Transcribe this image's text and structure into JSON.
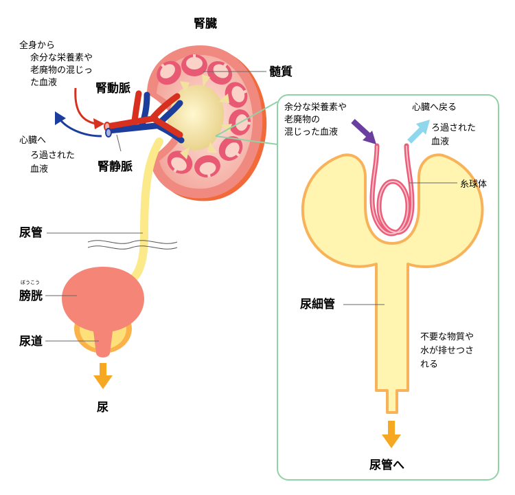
{
  "title": "腎臓",
  "labels": {
    "medulla": "髄質",
    "renal_artery": "腎動脈",
    "renal_vein": "腎静脈",
    "ureter": "尿管",
    "bladder": "膀胱",
    "bladder_reading": "ぼうこう",
    "urethra": "尿道",
    "urine": "尿",
    "glomerulus": "糸球体",
    "renal_tubule": "尿細管",
    "to_ureter": "尿管へ"
  },
  "notes": {
    "from_body": [
      "全身から",
      "余分な栄養素や",
      "老廃物の混じっ",
      "た血液"
    ],
    "to_heart": [
      "心臓へ",
      "ろ過された",
      "血液"
    ],
    "inset_in": [
      "余分な栄養素や",
      "老廃物の",
      "混じった血液"
    ],
    "inset_out": [
      "心臓へ戻る",
      "ろ過された",
      "血液"
    ],
    "excreted": [
      "不要な物質や",
      "水が排せつさ",
      "れる"
    ]
  },
  "colors": {
    "kidney_outer": "#f08a80",
    "kidney_inner": "#fbd2c8",
    "kidney_edge": "#f26a3a",
    "pyramid": "#e85a74",
    "pelvis": "#f6e8a0",
    "artery": "#d7301f",
    "vein": "#1c3d9c",
    "ureter": "#fbe98a",
    "bladder": "#f48577",
    "urethra_outer": "#fbb24a",
    "arrow_orange": "#f7a823",
    "inset_border": "#8fd2a6",
    "tube_fill": "#fff5b0",
    "tube_edge": "#f8b25a",
    "glomerulus": "#ec5d7a",
    "arrow_purple": "#6b3fa0",
    "arrow_cyan": "#8fd7ec"
  }
}
